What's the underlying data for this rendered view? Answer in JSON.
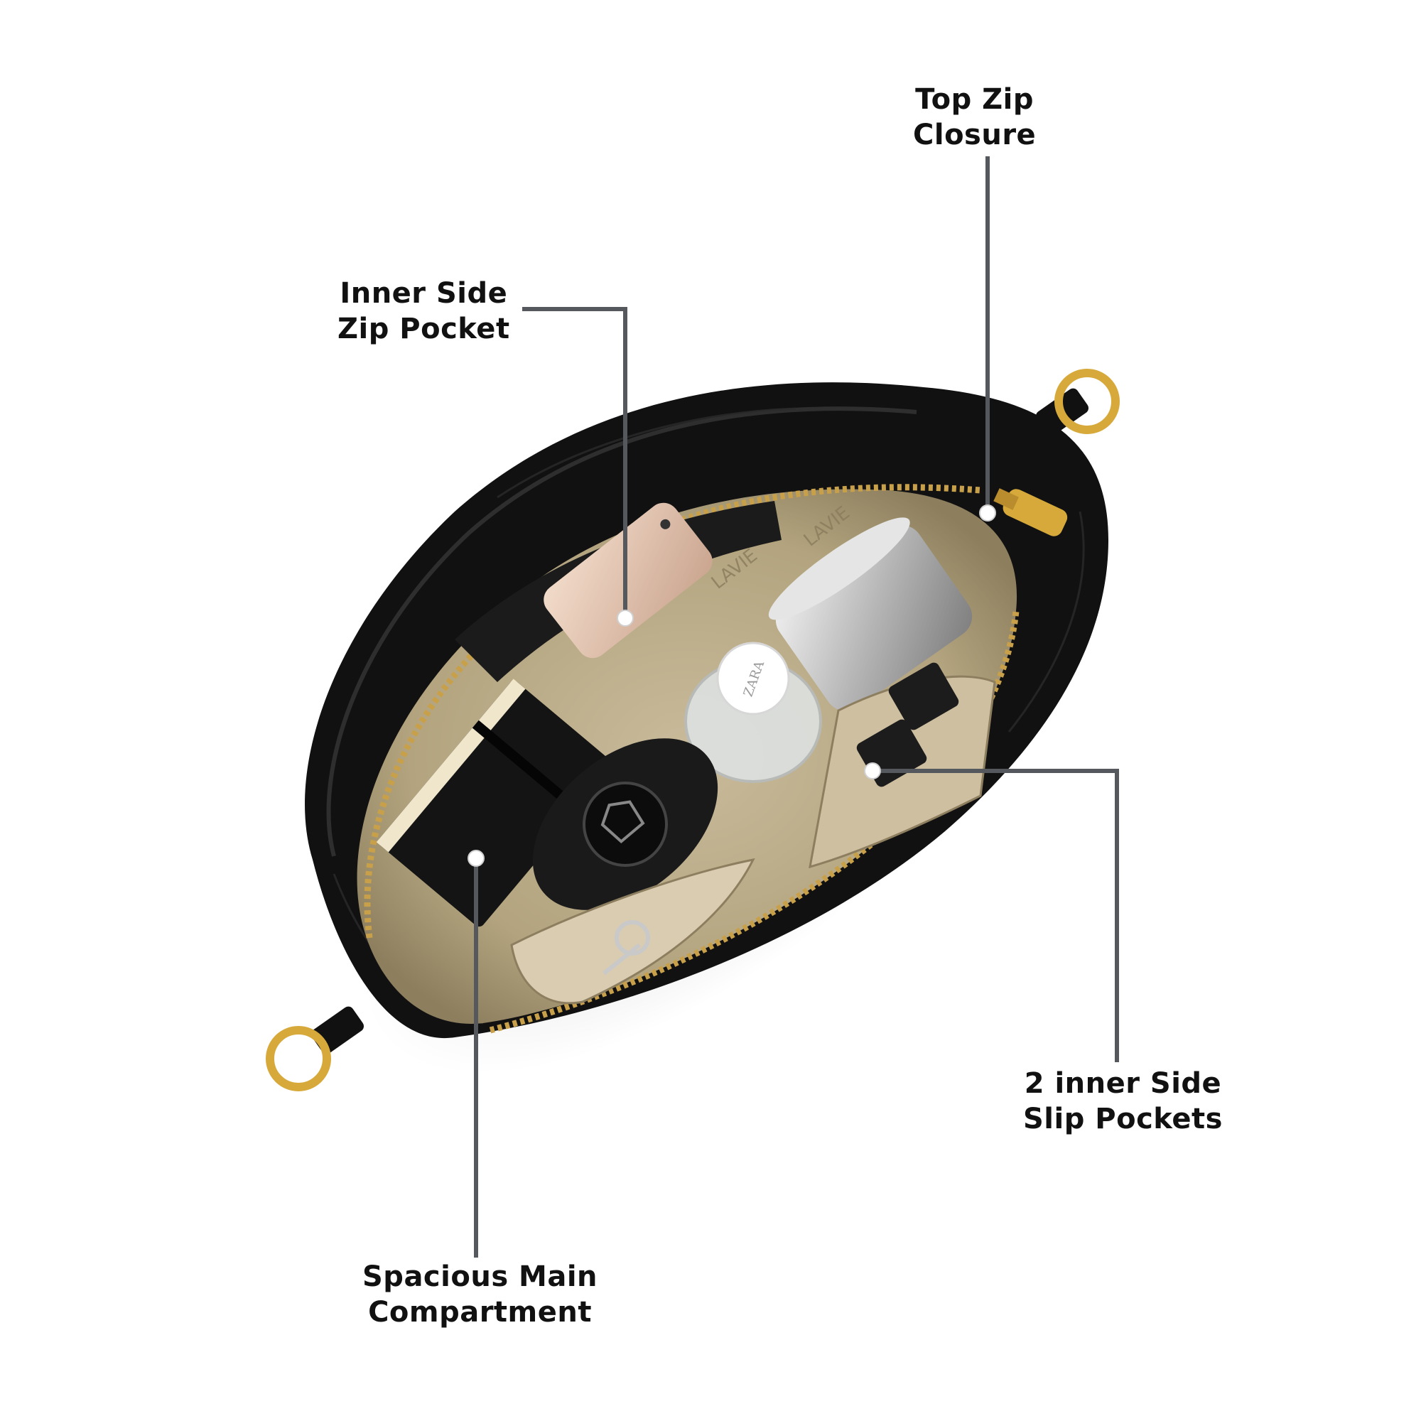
{
  "callouts": {
    "top_zip": {
      "line1": "Top Zip",
      "line2": "Closure"
    },
    "inner_zip_pocket": {
      "line1": "Inner Side",
      "line2": "Zip Pocket"
    },
    "slip_pockets": {
      "line1": "2 inner Side",
      "line2": "Slip Pockets"
    },
    "main_compartment": {
      "line1": "Spacious Main",
      "line2": "Compartment"
    }
  },
  "product": {
    "brand_lining_text": "LAVIE",
    "perfume_cap_text": "ZARA"
  },
  "colors": {
    "bag_leather": "#111111",
    "lining": "#d9ccb1",
    "hardware_gold": "#d6a93a",
    "leader_line": "#55585c",
    "label_text": "#111111"
  }
}
